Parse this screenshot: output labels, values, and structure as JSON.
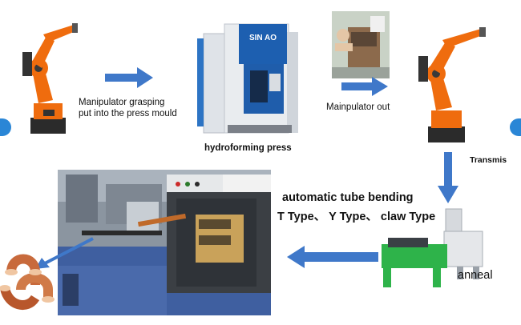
{
  "steps": {
    "grasp": {
      "line1": "Manipulator grasping",
      "line2": "put into the press mould"
    },
    "press": {
      "label": "hydroforming press"
    },
    "out": {
      "label": "Mainpulator out"
    },
    "transmis": {
      "label": "Transmis"
    },
    "bending": {
      "label": "automatic tube bending",
      "types": "T Type、  Y Type、 claw Type"
    },
    "anneal": {
      "label": "anneal"
    }
  },
  "colors": {
    "arrow": "#3f78c9",
    "robot_orange": "#ef6c0e",
    "press_blue": "#1d5fb0",
    "anneal_green": "#2eb34a",
    "copper": "#c86a3c"
  }
}
